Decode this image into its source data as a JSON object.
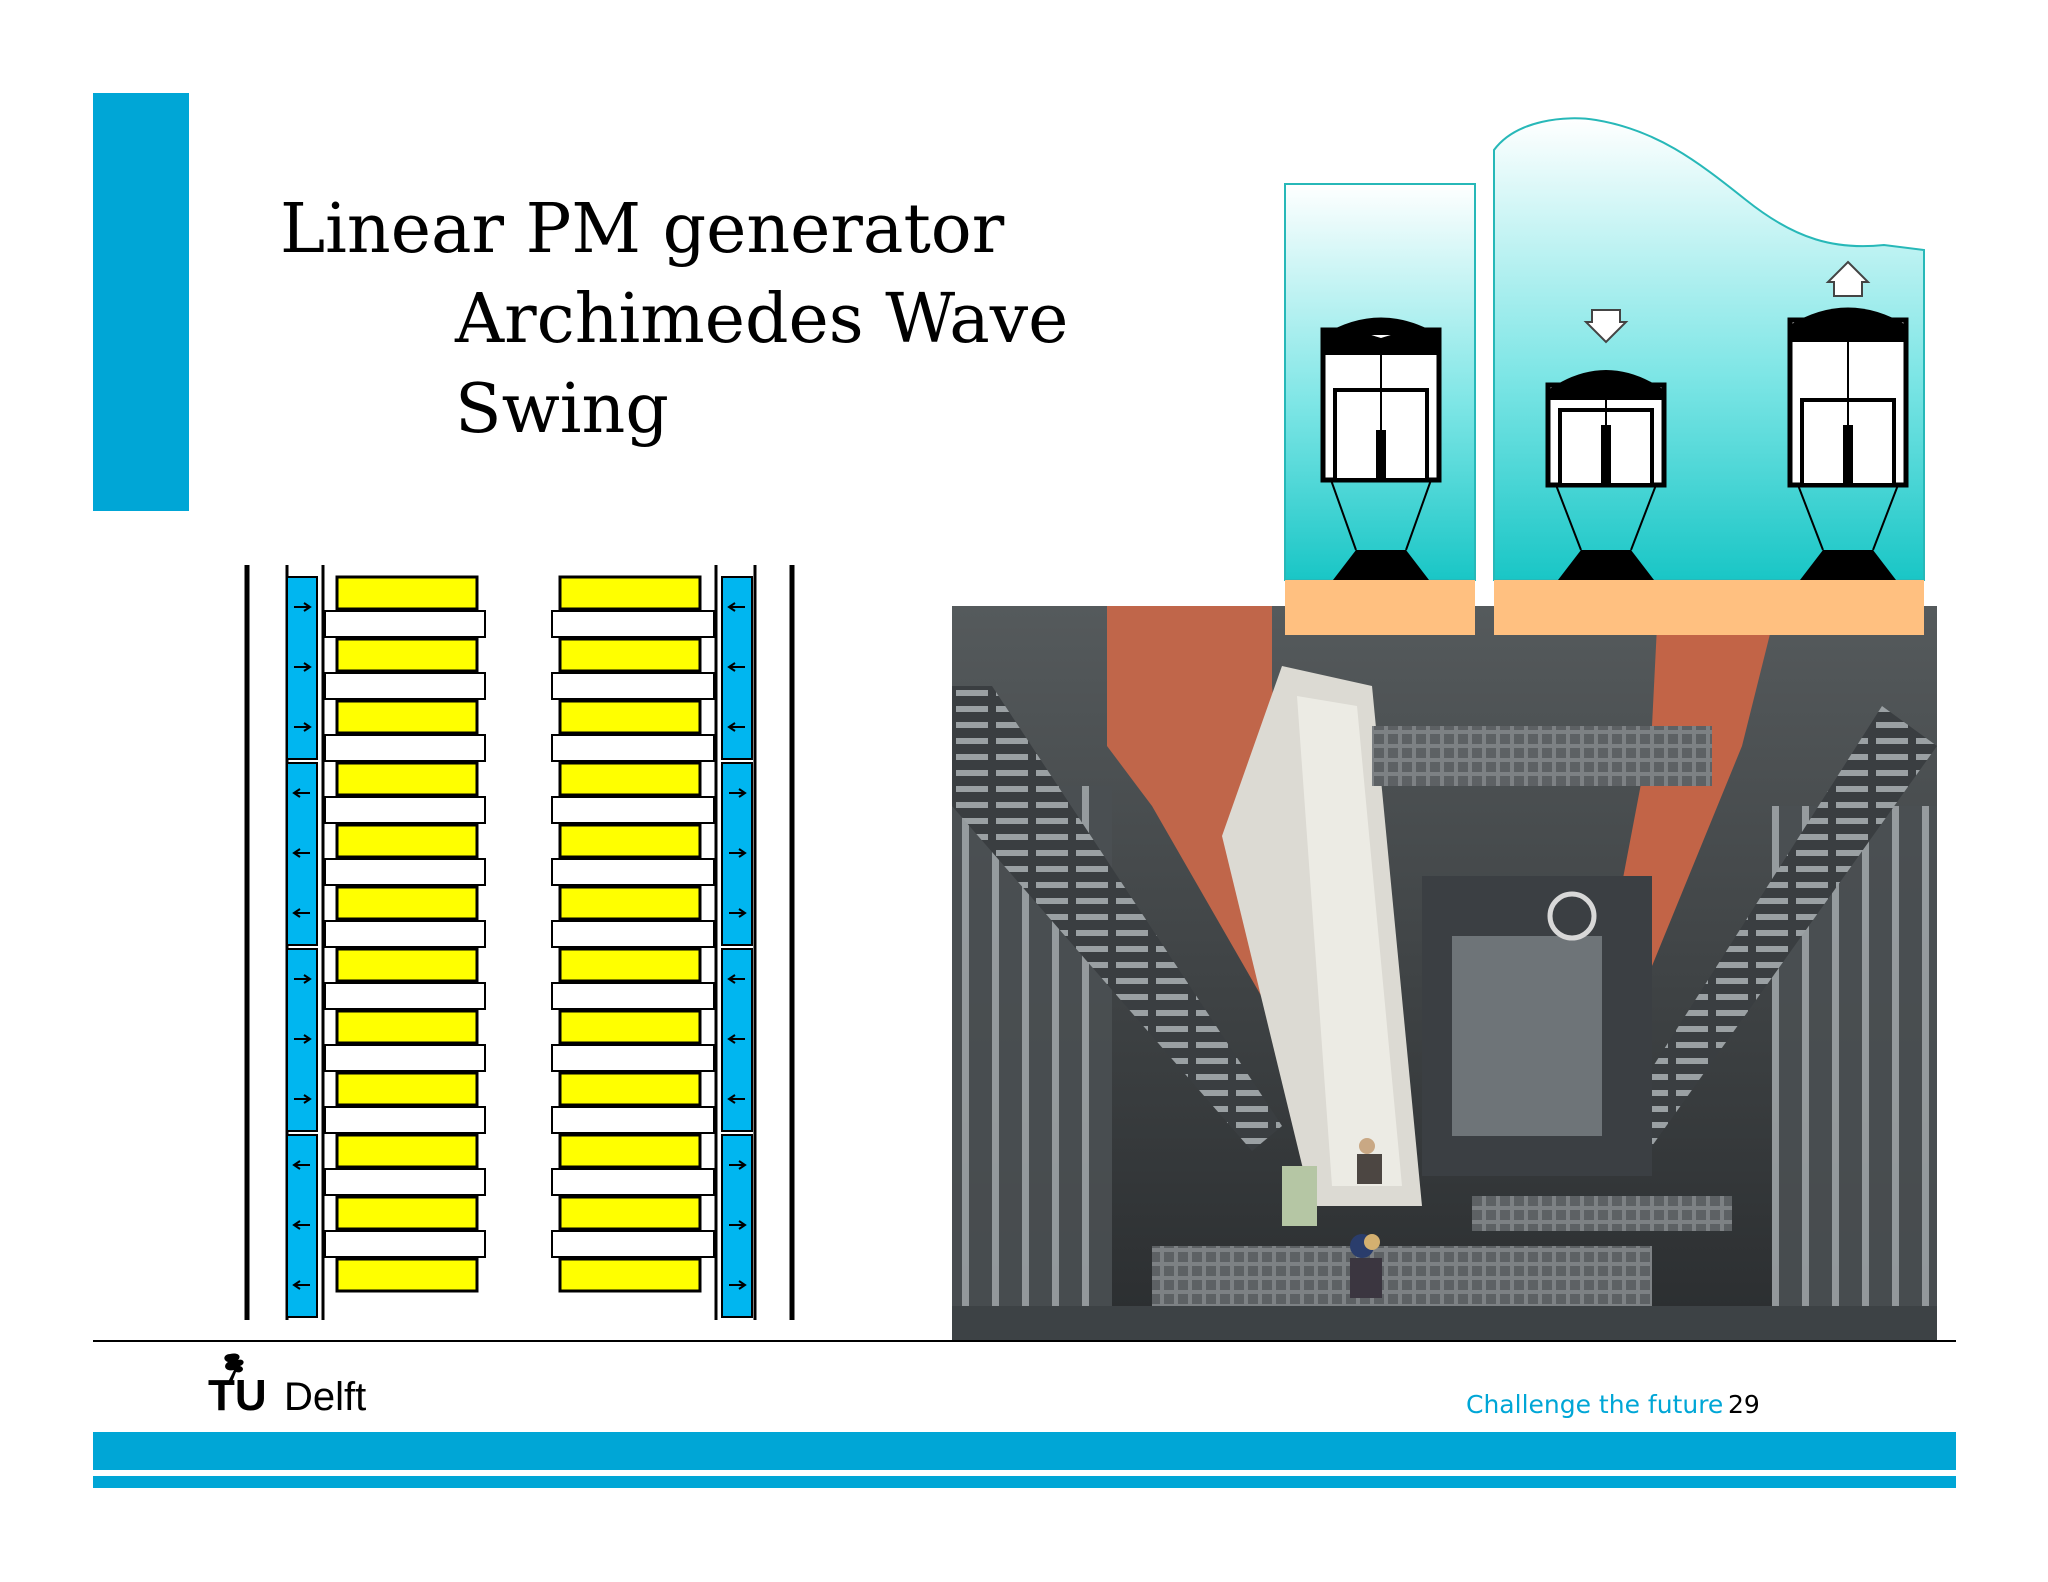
{
  "slide": {
    "title_line1": "Linear PM generator",
    "title_line2": "Archimedes Wave",
    "title_line3": "Swing",
    "logo_text_tu": "TU",
    "logo_text_delft": "Delft",
    "slogan": "Challenge the future",
    "page_number": "29"
  },
  "colors": {
    "accent_blue": "#00a6d6",
    "magnet_yellow": "#ffff00",
    "coil_blue": "#00b6f0",
    "water_cyan": "#3fd6d6",
    "seabed_sand": "#ffc080"
  },
  "icons": {
    "logo_flame": "flame-icon",
    "down_arrow": "arrow-down-icon",
    "up_arrow": "arrow-up-icon"
  }
}
